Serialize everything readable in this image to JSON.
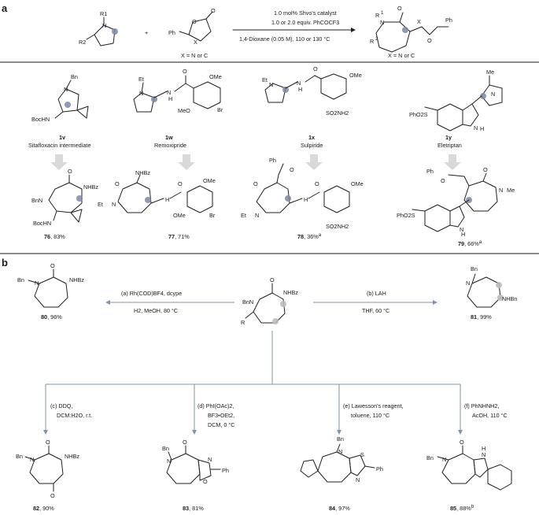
{
  "panel_a": {
    "label": "a",
    "reaction": {
      "reagent_labels": [
        "R1",
        "R2",
        "Ph",
        "X",
        "O",
        "O",
        "N",
        "+"
      ],
      "condition_line1": "1.0 mol% Shvo's catalyst",
      "condition_line2": "1.0 or 2.0 equiv. PhCOCF3",
      "condition_line3": "1,4-Dioxane (0.05 M), 110 or 130 °C",
      "substrate_x_note": "X = N or C",
      "product_x_note": "X = N or C"
    },
    "substrates": [
      {
        "id": "1v",
        "name": "Sitafloxacin intermediate",
        "groups": [
          "Bn",
          "N",
          "BocHN"
        ]
      },
      {
        "id": "1w",
        "name": "Remoxipride",
        "groups": [
          "Et",
          "N",
          "N",
          "H",
          "O",
          "OMe",
          "MeO",
          "Br"
        ]
      },
      {
        "id": "1x",
        "name": "Sulpiride",
        "groups": [
          "Et",
          "N",
          "N",
          "H",
          "O",
          "OMe",
          "SO2NH2"
        ]
      },
      {
        "id": "1y",
        "name": "Eletriptan",
        "groups": [
          "Me",
          "N",
          "PhO2S",
          "N",
          "H"
        ]
      }
    ],
    "products": [
      {
        "id": "76",
        "yield": ", 83%",
        "groups": [
          "O",
          "NHBz",
          "BnN",
          "BocHN"
        ]
      },
      {
        "id": "77",
        "yield": ", 71%",
        "groups": [
          "NHBz",
          "O",
          "Et",
          "N",
          "H",
          "O",
          "OMe",
          "OMe",
          "Br"
        ]
      },
      {
        "id": "78",
        "yield": ", 36%",
        "note": "a",
        "groups": [
          "Ph",
          "O",
          "O",
          "Et",
          "N",
          "H",
          "O",
          "OMe",
          "SO2NH2"
        ]
      },
      {
        "id": "79",
        "yield": ", 66%",
        "note": "a",
        "groups": [
          "Ph",
          "O",
          "O",
          "N",
          "Me",
          "PhO2S",
          "N",
          "H"
        ]
      }
    ]
  },
  "panel_b": {
    "label": "b",
    "center_groups": [
      "O",
      "BnN",
      "NHBz",
      "R"
    ],
    "reactions": [
      {
        "tag": "(a)",
        "line1": "Rh(COD)BF4, dcype",
        "line2": "H2, MeOH, 80 °C",
        "product": "80",
        "yield": ", 96%",
        "groups": [
          "Bn",
          "N",
          "O",
          "NHBz"
        ]
      },
      {
        "tag": "(b)",
        "line1": "LAH",
        "line2": "THF, 60 °C",
        "product": "81",
        "yield": ", 99%",
        "groups": [
          "Bn",
          "N",
          "NHBn"
        ]
      },
      {
        "tag": "(c)",
        "line1": "DDQ,",
        "line2": "DCM:H2O, r.t.",
        "product": "82",
        "yield": ", 90%",
        "groups": [
          "Bn",
          "N",
          "O",
          "NHBz",
          "O"
        ]
      },
      {
        "tag": "(d)",
        "line1": "PhI(OAc)2,",
        "line2": "BF3•OEt2,",
        "line3": "DCM, 0 °C",
        "product": "83",
        "yield": ", 81%",
        "groups": [
          "Bn",
          "N",
          "O",
          "N",
          "O",
          "Ph"
        ]
      },
      {
        "tag": "(e)",
        "line1": "Lawesson's reagent,",
        "line2": "toluene, 110 °C",
        "product": "84",
        "yield": ", 97%",
        "groups": [
          "Bn",
          "N",
          "S",
          "N",
          "Ph"
        ]
      },
      {
        "tag": "(f)",
        "line1": "PhNHNH2,",
        "line2": "AcOH, 110 °C",
        "product": "85",
        "yield": ", 88%",
        "note": "b",
        "groups": [
          "O",
          "Bn",
          "N",
          "N",
          "H"
        ]
      }
    ]
  },
  "colors": {
    "highlight": "#7a8aa6",
    "arrow_gray": "#d9d9d9",
    "arrow_blue": "#7f93ad"
  }
}
